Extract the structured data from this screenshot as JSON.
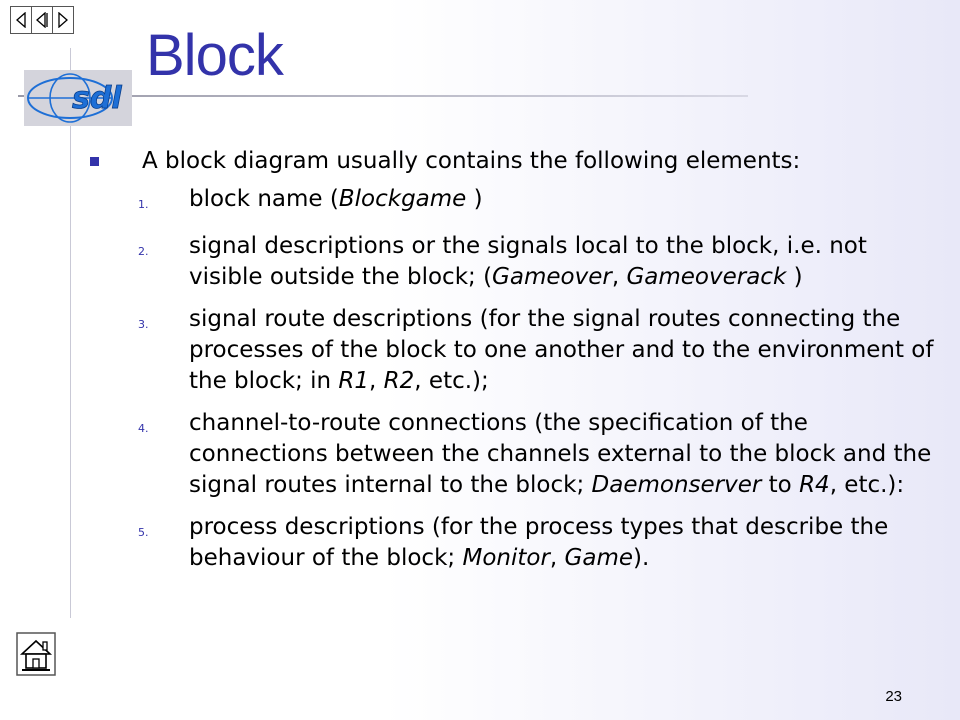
{
  "title": "Block",
  "logo_text": "sdl",
  "intro": "A block diagram usually contains the following elements:",
  "items": [
    {
      "number": "1.",
      "parts": [
        {
          "t": "block name ("
        },
        {
          "t": "Blockgame",
          "i": true
        },
        {
          "t": " )"
        }
      ]
    },
    {
      "number": "2.",
      "parts": [
        {
          "t": "signal descriptions or the signals local to the block, i.e. not visible outside the block; ("
        },
        {
          "t": "Gameover",
          "i": true
        },
        {
          "t": ", "
        },
        {
          "t": "Gameoverack",
          "i": true
        },
        {
          "t": " )"
        }
      ]
    },
    {
      "number": "3.",
      "parts": [
        {
          "t": "signal route descriptions (for the signal routes connecting the processes of the block to one another and to the environment of the block; in "
        },
        {
          "t": "R1",
          "i": true
        },
        {
          "t": ", "
        },
        {
          "t": "R2",
          "i": true
        },
        {
          "t": ", etc.);"
        }
      ]
    },
    {
      "number": "4.",
      "parts": [
        {
          "t": "channel-to-route connections (the specification of the connections between the channels external to the block and the signal routes internal to the block; "
        },
        {
          "t": "Daemonserver",
          "i": true
        },
        {
          "t": " to "
        },
        {
          "t": "R4",
          "i": true
        },
        {
          "t": ", etc.):"
        }
      ]
    },
    {
      "number": "5.",
      "parts": [
        {
          "t": "process descriptions (for the process types that describe the behaviour of the block; "
        },
        {
          "t": "Monitor",
          "i": true
        },
        {
          "t": ", "
        },
        {
          "t": "Game",
          "i": true
        },
        {
          "t": ")."
        }
      ]
    }
  ],
  "page_number": "23",
  "colors": {
    "accent": "#3333aa",
    "logo": "#1e6fd6"
  },
  "icons": {
    "nav": [
      "previous-slide-icon",
      "first-slide-icon",
      "next-slide-icon"
    ],
    "home": "home-icon"
  }
}
